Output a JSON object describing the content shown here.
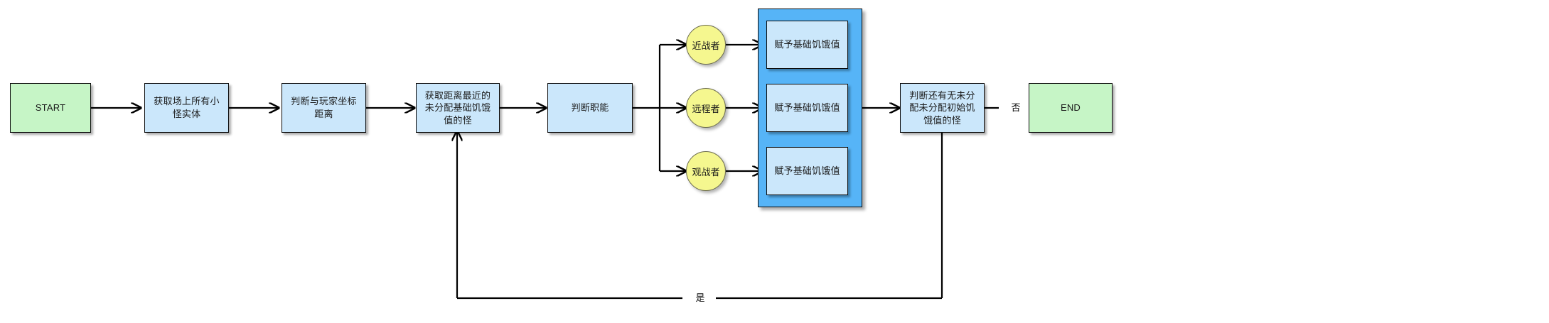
{
  "diagram": {
    "title": "Monster hunger value assignment flowchart",
    "colors": {
      "start_end_fill": "#c6f5c6",
      "process_fill": "#cbe7fb",
      "group_fill": "#56b4f7",
      "decision_fill": "#f5f78f",
      "stroke": "#000000"
    },
    "nodes": {
      "start": "START",
      "get_entities": "获取场上所有小怪实体",
      "judge_distance": "判断与玩家坐标距离",
      "get_nearest": "获取距离最近的未分配基础饥饿值的怪",
      "judge_role": "判断职能",
      "role_melee": "近战者",
      "role_ranged": "远程者",
      "role_spectator": "观战者",
      "assign_melee": "赋予基础饥饿值",
      "assign_ranged": "赋予基础饥饿值",
      "assign_spectator": "赋予基础饥饿值",
      "judge_remaining": "判断还有无未分配未分配初始饥饿值的怪",
      "end": "END"
    },
    "edge_labels": {
      "no": "否",
      "yes": "是"
    }
  }
}
